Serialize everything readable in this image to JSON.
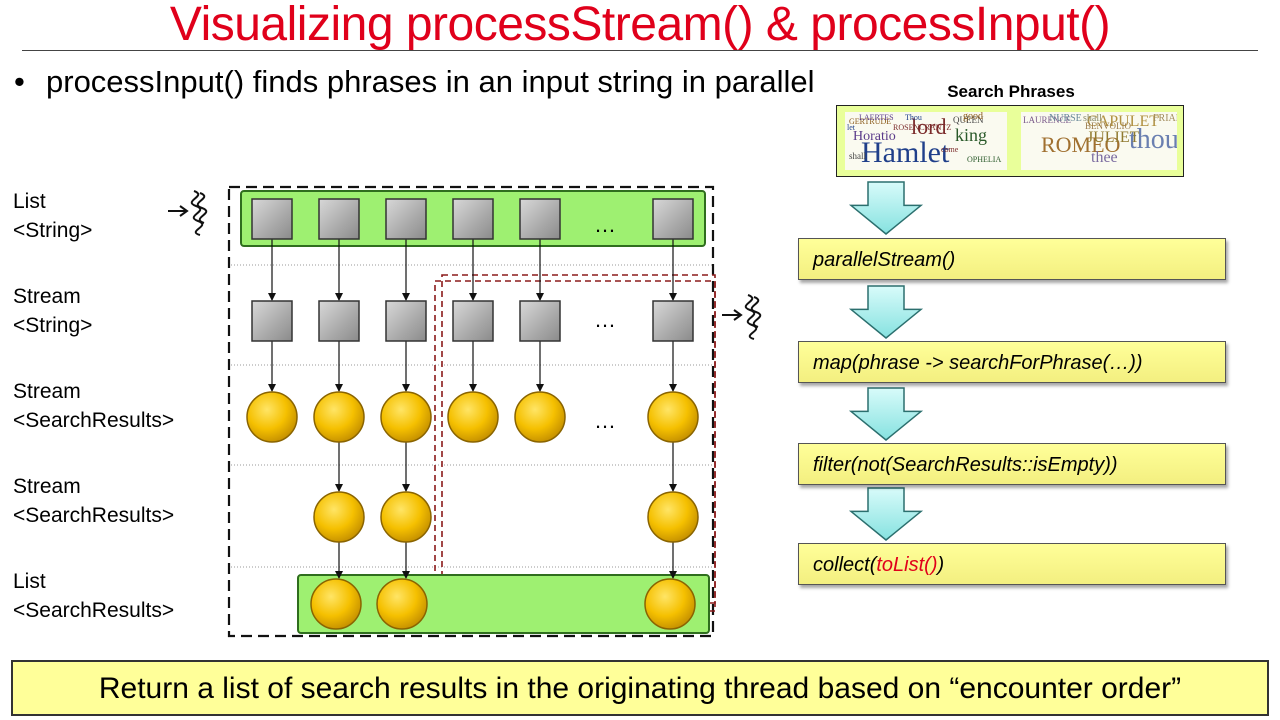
{
  "title": "Visualizing processStream() & processInput()",
  "bullet": {
    "glyph": "•",
    "text": "processInput() finds phrases in an input string in parallel"
  },
  "row_labels": [
    {
      "line1": "List",
      "line2": "<String>"
    },
    {
      "line1": "Stream",
      "line2": "<String>"
    },
    {
      "line1": "Stream",
      "line2": "<SearchResults>"
    },
    {
      "line1": "Stream",
      "line2": "<SearchResults>"
    },
    {
      "line1": "List",
      "line2": "<SearchResults>"
    }
  ],
  "ellipsis": "…",
  "search_phrases": {
    "title": "Search Phrases",
    "cloud_left_words": [
      "Hamlet",
      "lord",
      "Horatio",
      "king",
      "GERTRUDE",
      "QUEEN",
      "Thou",
      "ROSENCRANTZ",
      "LAERTES",
      "OPHELIA",
      "good",
      "shall",
      "let",
      "come"
    ],
    "cloud_right_words": [
      "thou",
      "ROMEO",
      "CAPULET",
      "JULIET",
      "thee",
      "shall",
      "BENVOLIO",
      "LAURENCE",
      "NURSE",
      "FRIAR"
    ]
  },
  "operations": [
    {
      "text": "parallelStream()"
    },
    {
      "text": "map(phrase -> searchForPhrase(…))"
    },
    {
      "text": "filter(not(SearchResults::isEmpty))"
    },
    {
      "prefix": "collect(",
      "highlight": "toList()",
      "suffix": ")"
    }
  ],
  "footer": "Return a list of search results in the originating thread based on “encounter order”",
  "colors": {
    "title": "#e0001b",
    "green_bar": "#9ef071",
    "yellow_box": "#ffff99",
    "orange_circle": "#f5c000",
    "gray_square": "#a8a8a8",
    "arrow_cyan": "#a8f0ee",
    "dashed_black": "#111111",
    "dashed_red": "#8b1a1a"
  },
  "flow": {
    "list_string_items": 6,
    "stream_string_items": 6,
    "search_results_items": 6,
    "filtered_results_items": 3,
    "list_results_items": 3
  }
}
